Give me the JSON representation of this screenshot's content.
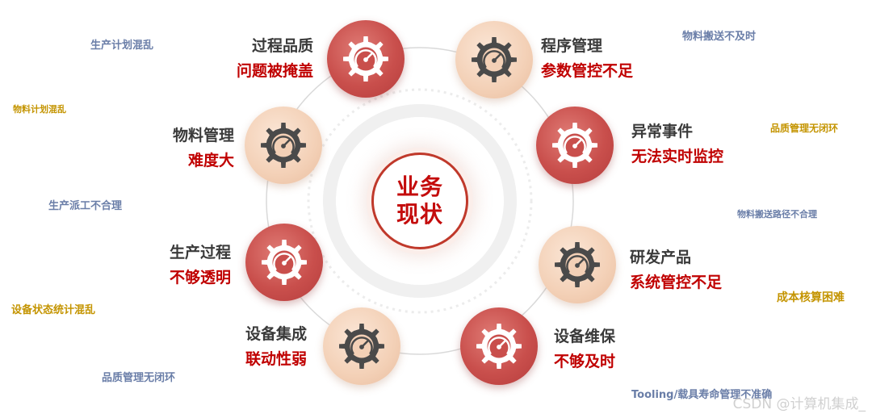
{
  "center": {
    "line1": "业务",
    "line2": "现状"
  },
  "nodes": [
    {
      "id": "process-quality",
      "title": "过程品质",
      "issue": "问题被掩盖",
      "tone": "dark"
    },
    {
      "id": "program-management",
      "title": "程序管理",
      "issue": "参数管控不足",
      "tone": "light"
    },
    {
      "id": "material-management",
      "title": "物料管理",
      "issue": "难度大",
      "tone": "light"
    },
    {
      "id": "abnormal-events",
      "title": "异常事件",
      "issue": "无法实时监控",
      "tone": "dark"
    },
    {
      "id": "production-process",
      "title": "生产过程",
      "issue": "不够透明",
      "tone": "dark"
    },
    {
      "id": "rd-products",
      "title": "研发产品",
      "issue": "系统管控不足",
      "tone": "light"
    },
    {
      "id": "equipment-integration",
      "title": "设备集成",
      "issue": "联动性弱",
      "tone": "light"
    },
    {
      "id": "equipment-maintenance",
      "title": "设备维保",
      "issue": "不够及时",
      "tone": "dark"
    }
  ],
  "side_labels": [
    {
      "text": "生产计划混乱",
      "color": "blue"
    },
    {
      "text": "物料计划混乱",
      "color": "gold"
    },
    {
      "text": "生产派工不合理",
      "color": "blue"
    },
    {
      "text": "设备状态统计混乱",
      "color": "gold"
    },
    {
      "text": "品质管理无闭环",
      "color": "blue"
    },
    {
      "text": "物料搬送不及时",
      "color": "blue"
    },
    {
      "text": "品质管理无闭环",
      "color": "gold"
    },
    {
      "text": "物料搬送路径不合理",
      "color": "blue"
    },
    {
      "text": "成本核算困难",
      "color": "gold"
    },
    {
      "text": "Tooling/载具寿命管理不准确",
      "color": "blue"
    }
  ],
  "colors": {
    "accent_red": "#c00000",
    "node_dark": "#c94f4c",
    "node_light": "#f3d0b6",
    "side_blue": "#6a7ea8",
    "side_gold": "#c49400"
  },
  "icon": "gear-gauge-icon",
  "watermark": "CSDN @计算机集成_"
}
